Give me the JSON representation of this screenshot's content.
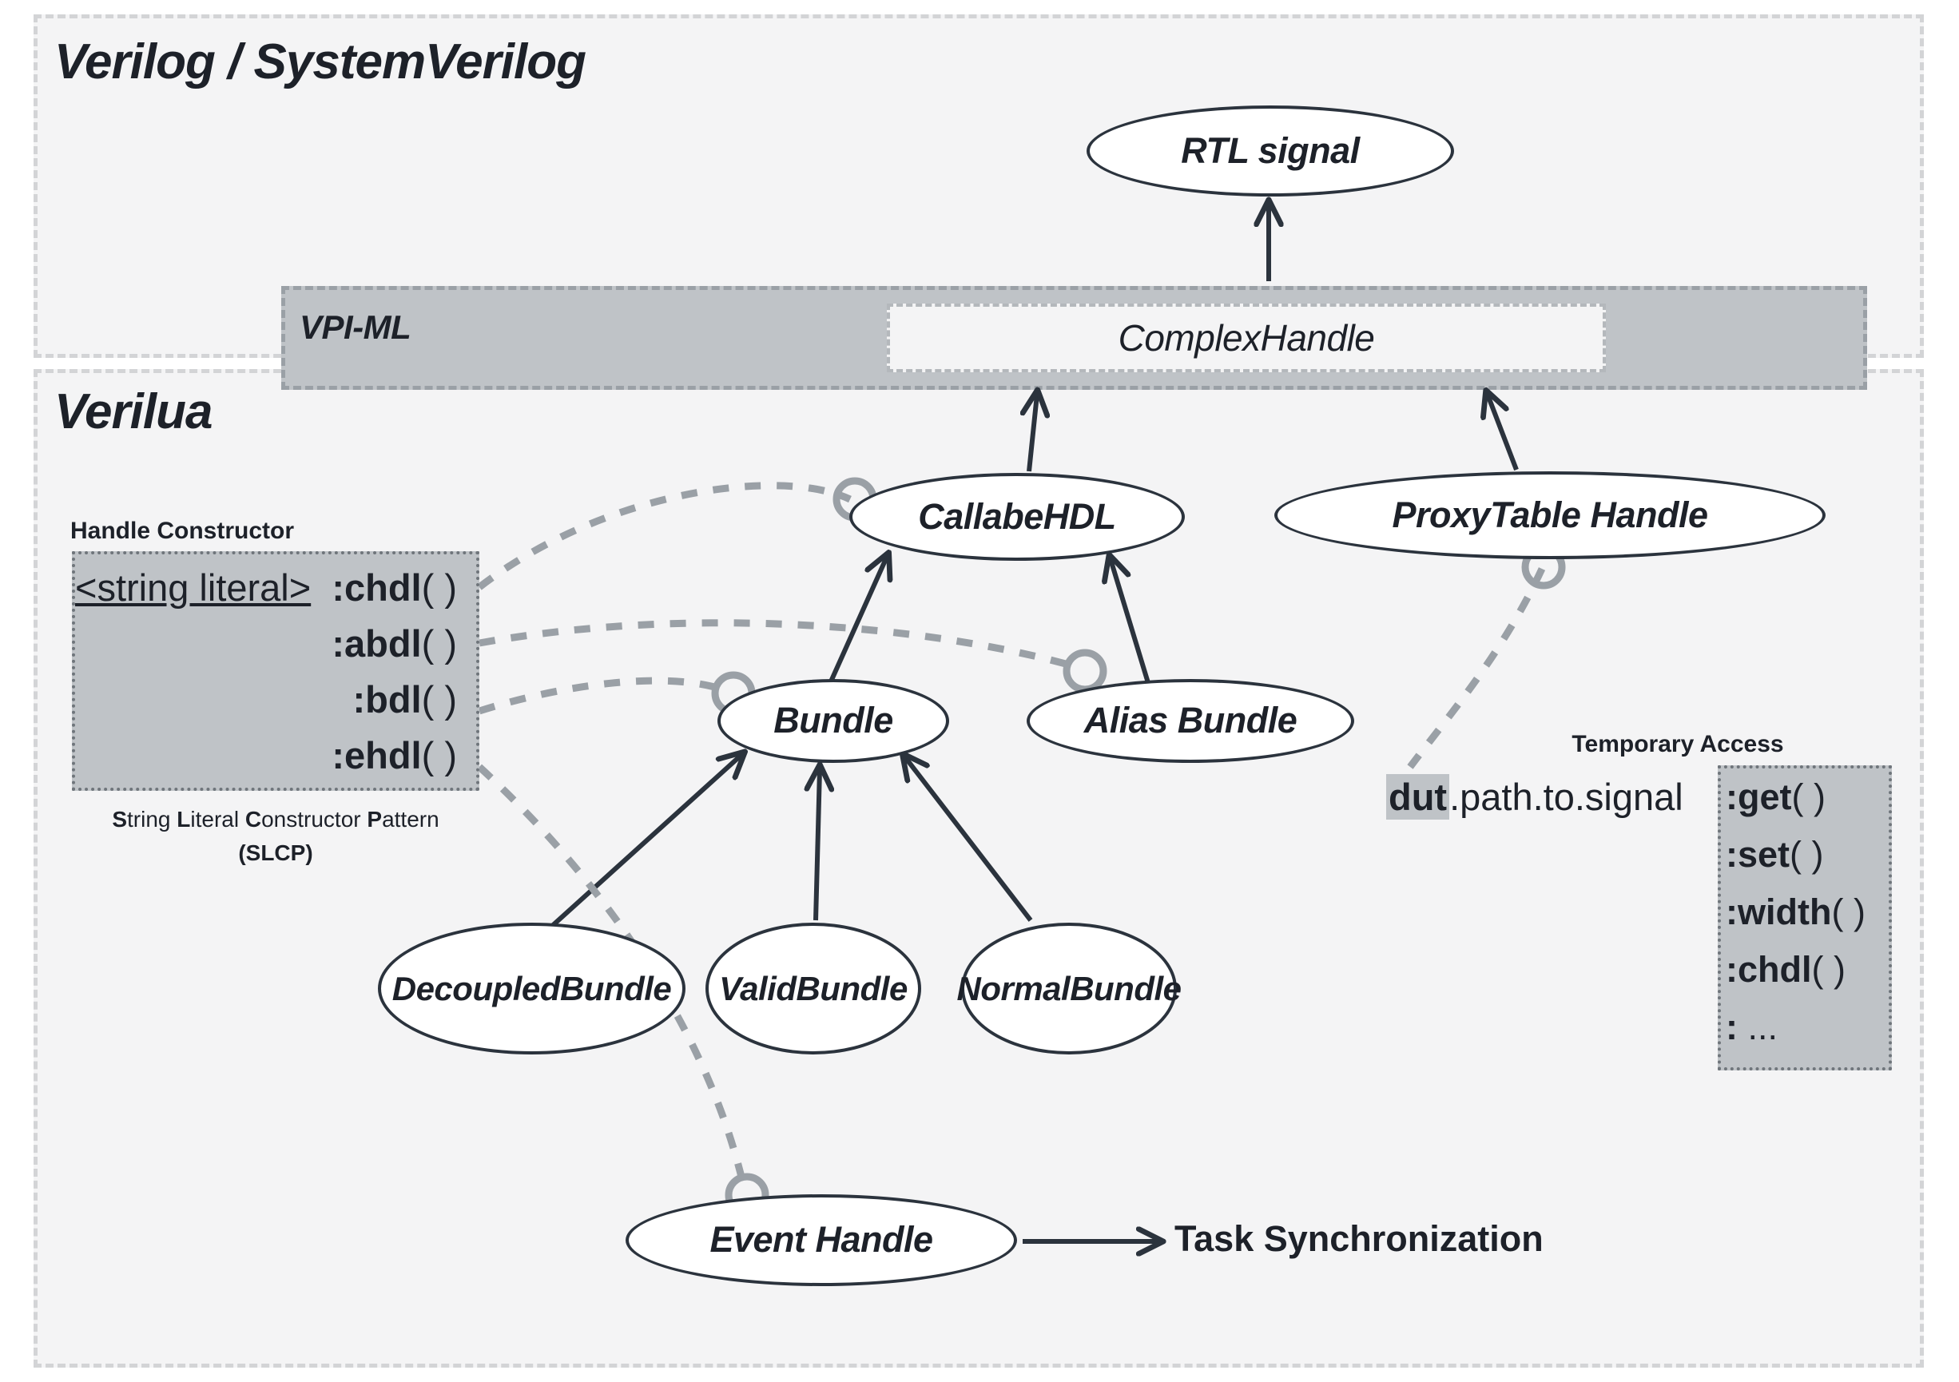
{
  "layers": {
    "verilog": {
      "title": "Verilog / SystemVerilog"
    },
    "verilua": {
      "title": "Verilua"
    }
  },
  "vpiml": {
    "label": "VPI-ML",
    "complex_handle": "ComplexHandle"
  },
  "nodes": {
    "rtl_signal": "RTL signal",
    "callable_hdl": "CallabeHDL",
    "proxytable_handle": "ProxyTable Handle",
    "bundle": "Bundle",
    "alias_bundle": "Alias Bundle",
    "decoupled_bundle": "Decoupled\nBundle",
    "valid_bundle": "Valid\nBundle",
    "normal_bundle": "Normal\nBundle",
    "event_handle": "Event Handle"
  },
  "handle_constructor": {
    "title": "Handle Constructor",
    "string_literal": "<string literal>",
    "methods": [
      {
        "name": ":chdl",
        "paren": "( )"
      },
      {
        "name": ":abdl",
        "paren": "( )"
      },
      {
        "name": ":bdl",
        "paren": "( )"
      },
      {
        "name": ":ehdl",
        "paren": "( )"
      }
    ],
    "caption_line1_initials": [
      "S",
      "L",
      "C",
      "P"
    ],
    "caption_line1": "String Literal Constructor Pattern",
    "caption_line2": "(SLCP)"
  },
  "temporary_access": {
    "title": "Temporary Access",
    "expr_highlight": "dut",
    "expr_rest": ".path.to.signal",
    "methods": [
      {
        "name": ":get",
        "paren": "( )"
      },
      {
        "name": ":set",
        "paren": "( )"
      },
      {
        "name": ":width",
        "paren": "( )"
      },
      {
        "name": ":chdl",
        "paren": "( )"
      },
      {
        "name": ":",
        "paren": " ..."
      }
    ]
  },
  "task_synchronization": "Task Synchronization",
  "colors": {
    "background": "#f4f4f5",
    "gray_fill": "#bfc3c7",
    "gray_dash": "#9aa0a6",
    "ink": "#1d2129",
    "node_stroke": "#2b333d",
    "layer_dash": "#d3d4d6"
  }
}
